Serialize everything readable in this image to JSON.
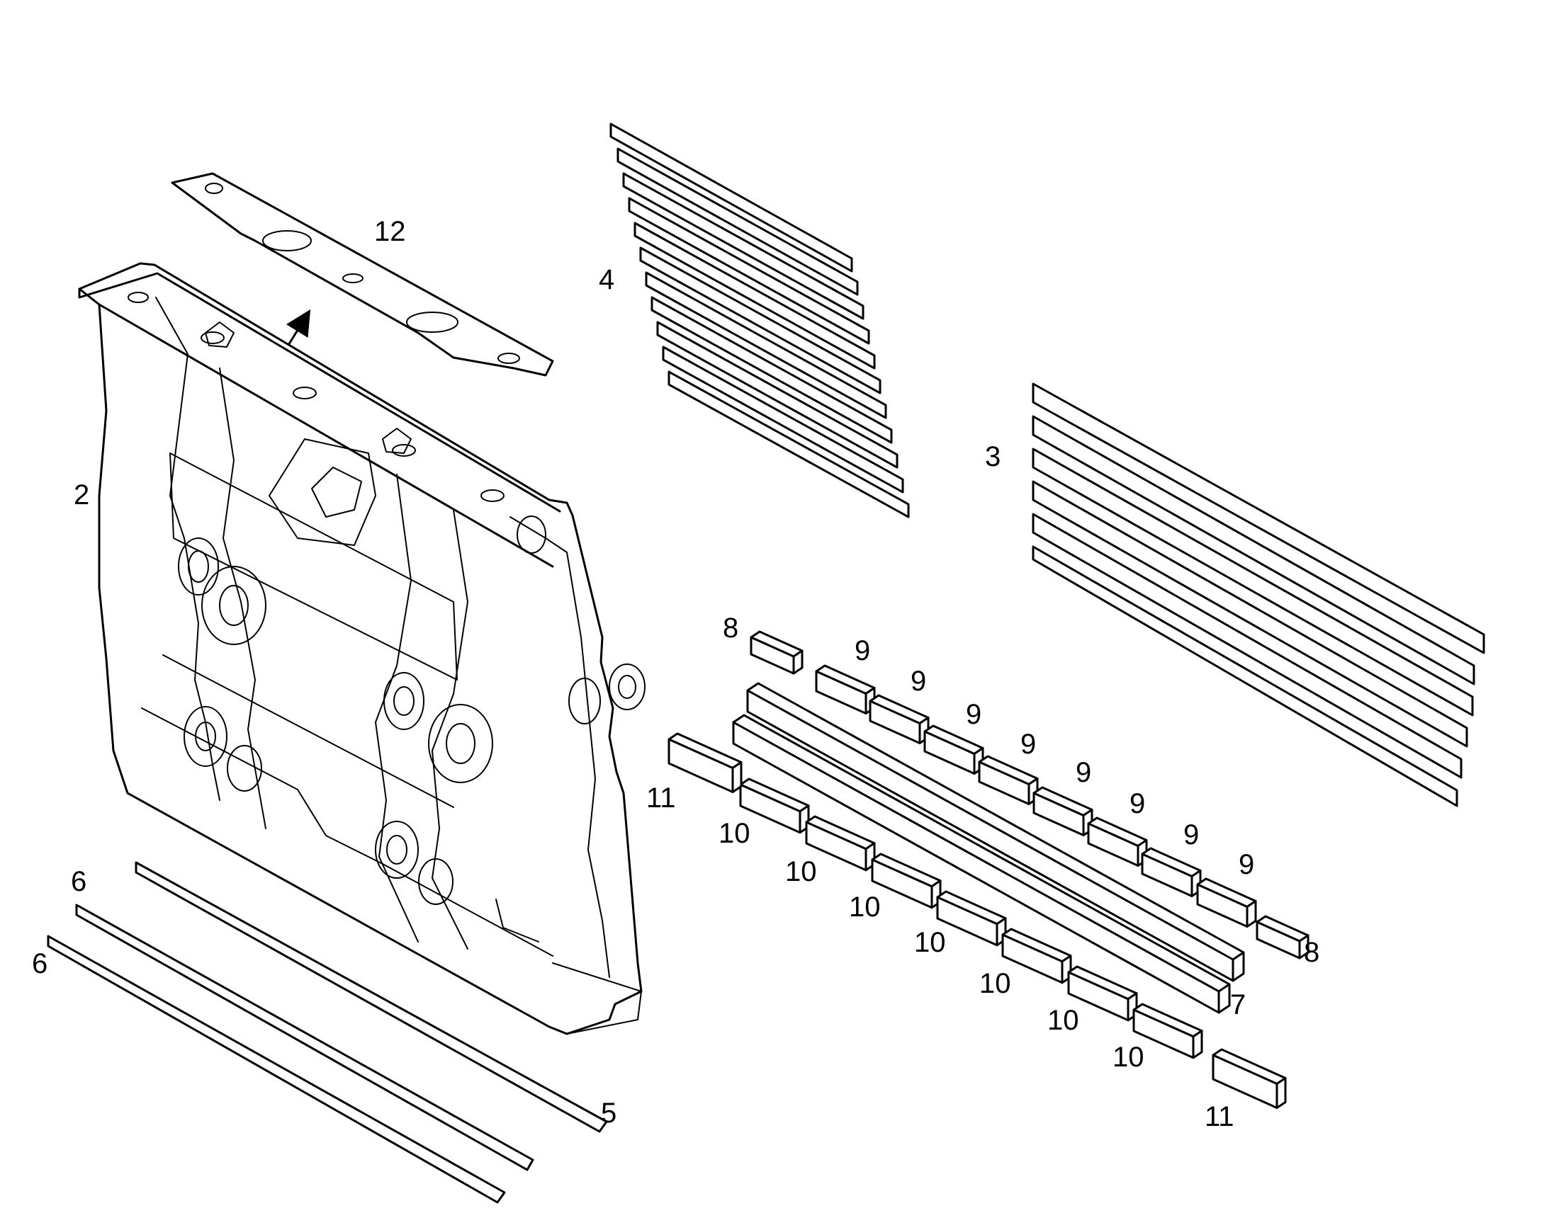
{
  "diagram": {
    "type": "exploded-parts-view",
    "colors": {
      "stroke": "#000000",
      "background": "#ffffff"
    },
    "callouts": {
      "c12": "12",
      "c2": "2",
      "c4": "4",
      "c3": "3",
      "c6a": "6",
      "c6b": "6",
      "c5": "5",
      "c7": "7",
      "c8a": "8",
      "c8b": "8",
      "c9a": "9",
      "c9b": "9",
      "c9c": "9",
      "c9d": "9",
      "c9e": "9",
      "c9f": "9",
      "c9g": "9",
      "c9h": "9",
      "c10a": "10",
      "c10b": "10",
      "c10c": "10",
      "c10d": "10",
      "c10e": "10",
      "c10f": "10",
      "c10g": "10",
      "c11a": "11",
      "c11b": "11"
    }
  }
}
